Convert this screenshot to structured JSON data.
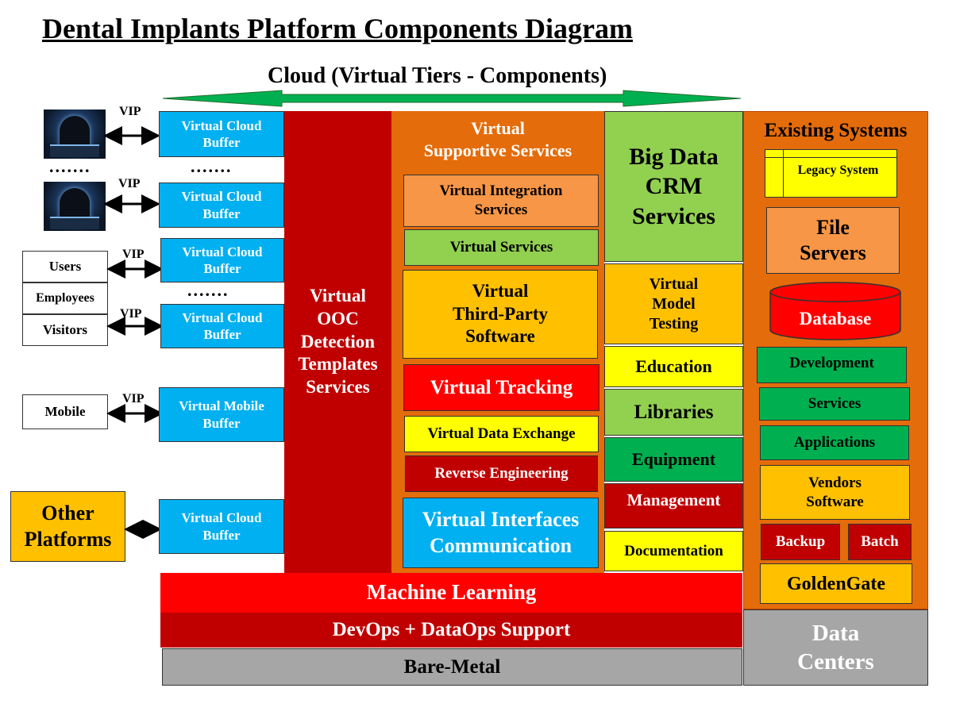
{
  "title": "Dental Implants Platform Components Diagram",
  "cloud_label": "Cloud (Virtual Tiers - Components)",
  "colors": {
    "dark_red": "#c00000",
    "red": "#ff0000",
    "orange": "#e46c0a",
    "light_orange": "#f79646",
    "light_green": "#92d050",
    "green": "#00b050",
    "gold": "#ffc000",
    "yellow": "#ffff00",
    "cyan": "#00b0f0",
    "gray": "#a6a6a6",
    "arrow_green": "#00b050"
  },
  "left": {
    "vip_label": "VIP",
    "dots": ".......",
    "client_users": "Users",
    "client_employees": "Employees",
    "client_visitors": "Visitors",
    "client_mobile": "Mobile",
    "other_platforms": "Other\nPlatforms",
    "buffer_cloud": "Virtual Cloud\nBuffer",
    "buffer_mobile": "Virtual Mobile\nBuffer"
  },
  "ooc": "Virtual\nOOC\nDetection\nTemplates\nServices",
  "supportive": {
    "header": "Virtual\nSupportive Services",
    "integration": "Virtual Integration\nServices",
    "services": "Virtual Services",
    "third_party": "Virtual\nThird-Party\nSoftware",
    "tracking": "Virtual Tracking",
    "data_exchange": "Virtual Data Exchange",
    "reverse": "Reverse Engineering",
    "interfaces": "Virtual Interfaces\nCommunication"
  },
  "bigdata": {
    "crm": "Big Data\nCRM\nServices",
    "model_testing": "Virtual\nModel\nTesting",
    "education": "Education",
    "libraries": "Libraries",
    "equipment": "Equipment",
    "management": "Management",
    "documentation": "Documentation"
  },
  "existing": {
    "header": "Existing Systems",
    "legacy": "Legacy System",
    "file_servers": "File\nServers",
    "database": "Database",
    "development": "Development",
    "services": "Services",
    "applications": "Applications",
    "vendors": "Vendors\nSoftware",
    "backup": "Backup",
    "batch": "Batch",
    "goldengate": "GoldenGate"
  },
  "bottom": {
    "ml": "Machine Learning",
    "devops": "DevOps + DataOps Support",
    "bare_metal": "Bare-Metal",
    "data_centers": "Data\nCenters"
  }
}
